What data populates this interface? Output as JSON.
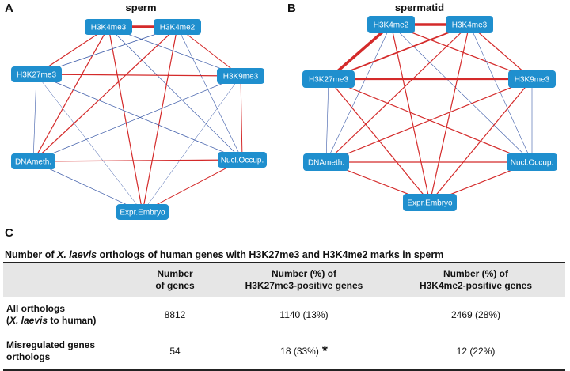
{
  "panels": [
    {
      "letter": "A",
      "title": "sperm",
      "nodes": [
        {
          "id": "h3k4me3",
          "label": "H3K4me3"
        },
        {
          "id": "h3k4me2",
          "label": "H3K4me2"
        },
        {
          "id": "h3k27me3",
          "label": "H3K27me3"
        },
        {
          "id": "h3k9me3",
          "label": "H3K9me3"
        },
        {
          "id": "dnameth",
          "label": "DNAmeth."
        },
        {
          "id": "nuclocc",
          "label": "Nucl.Occup."
        },
        {
          "id": "exprembryo",
          "label": "Expr.Embryo"
        }
      ],
      "edges": [
        {
          "from": "h3k4me3",
          "to": "h3k4me2",
          "color": "red",
          "weight": 3.5
        },
        {
          "from": "h3k4me3",
          "to": "h3k27me3",
          "color": "red",
          "weight": 1.2
        },
        {
          "from": "h3k4me3",
          "to": "h3k9me3",
          "color": "blue",
          "weight": 0.7
        },
        {
          "from": "h3k4me3",
          "to": "dnameth",
          "color": "red",
          "weight": 1.2
        },
        {
          "from": "h3k4me3",
          "to": "nuclocc",
          "color": "blue",
          "weight": 0.7
        },
        {
          "from": "h3k4me3",
          "to": "exprembryo",
          "color": "red",
          "weight": 1.2
        },
        {
          "from": "h3k4me2",
          "to": "h3k27me3",
          "color": "blue",
          "weight": 0.8
        },
        {
          "from": "h3k4me2",
          "to": "h3k9me3",
          "color": "red",
          "weight": 1.0
        },
        {
          "from": "h3k4me2",
          "to": "dnameth",
          "color": "red",
          "weight": 1.2
        },
        {
          "from": "h3k4me2",
          "to": "nuclocc",
          "color": "blue",
          "weight": 0.6
        },
        {
          "from": "h3k4me2",
          "to": "exprembryo",
          "color": "red",
          "weight": 1.2
        },
        {
          "from": "h3k27me3",
          "to": "h3k9me3",
          "color": "red",
          "weight": 1.2
        },
        {
          "from": "h3k27me3",
          "to": "dnameth",
          "color": "blue",
          "weight": 0.6
        },
        {
          "from": "h3k27me3",
          "to": "nuclocc",
          "color": "blue",
          "weight": 0.7
        },
        {
          "from": "h3k27me3",
          "to": "exprembryo",
          "color": "blue",
          "weight": 0.5
        },
        {
          "from": "h3k9me3",
          "to": "dnameth",
          "color": "blue",
          "weight": 0.7
        },
        {
          "from": "h3k9me3",
          "to": "nuclocc",
          "color": "red",
          "weight": 1.0
        },
        {
          "from": "h3k9me3",
          "to": "exprembryo",
          "color": "blue",
          "weight": 0.5
        },
        {
          "from": "dnameth",
          "to": "nuclocc",
          "color": "red",
          "weight": 1.2
        },
        {
          "from": "dnameth",
          "to": "exprembryo",
          "color": "blue",
          "weight": 0.7
        },
        {
          "from": "nuclocc",
          "to": "exprembryo",
          "color": "red",
          "weight": 1.0
        }
      ]
    },
    {
      "letter": "B",
      "title": "spermatid",
      "nodes": [
        {
          "id": "h3k4me2",
          "label": "H3K4me2"
        },
        {
          "id": "h3k4me3",
          "label": "H3K4me3"
        },
        {
          "id": "h3k27me3",
          "label": "H3K27me3"
        },
        {
          "id": "h3k9me3",
          "label": "H3K9me3"
        },
        {
          "id": "dnameth",
          "label": "DNAmeth."
        },
        {
          "id": "nuclocc",
          "label": "Nucl.Occup."
        },
        {
          "id": "exprembryo",
          "label": "Expr.Embryo"
        }
      ],
      "edges": [
        {
          "from": "h3k4me2",
          "to": "h3k4me3",
          "color": "red",
          "weight": 3.5
        },
        {
          "from": "h3k4me2",
          "to": "h3k27me3",
          "color": "red",
          "weight": 3.5
        },
        {
          "from": "h3k4me2",
          "to": "h3k9me3",
          "color": "red",
          "weight": 1.2
        },
        {
          "from": "h3k4me2",
          "to": "dnameth",
          "color": "blue",
          "weight": 0.6
        },
        {
          "from": "h3k4me2",
          "to": "nuclocc",
          "color": "blue",
          "weight": 0.6
        },
        {
          "from": "h3k4me2",
          "to": "exprembryo",
          "color": "red",
          "weight": 1.2
        },
        {
          "from": "h3k4me3",
          "to": "h3k27me3",
          "color": "red",
          "weight": 1.8
        },
        {
          "from": "h3k4me3",
          "to": "h3k9me3",
          "color": "red",
          "weight": 1.2
        },
        {
          "from": "h3k4me3",
          "to": "dnameth",
          "color": "red",
          "weight": 1.2
        },
        {
          "from": "h3k4me3",
          "to": "nuclocc",
          "color": "blue",
          "weight": 0.6
        },
        {
          "from": "h3k4me3",
          "to": "exprembryo",
          "color": "red",
          "weight": 1.2
        },
        {
          "from": "h3k27me3",
          "to": "h3k9me3",
          "color": "red",
          "weight": 2.2
        },
        {
          "from": "h3k27me3",
          "to": "dnameth",
          "color": "blue",
          "weight": 0.6
        },
        {
          "from": "h3k27me3",
          "to": "nuclocc",
          "color": "red",
          "weight": 1.2
        },
        {
          "from": "h3k27me3",
          "to": "exprembryo",
          "color": "red",
          "weight": 1.2
        },
        {
          "from": "h3k9me3",
          "to": "dnameth",
          "color": "red",
          "weight": 1.2
        },
        {
          "from": "h3k9me3",
          "to": "nuclocc",
          "color": "blue",
          "weight": 0.6
        },
        {
          "from": "h3k9me3",
          "to": "exprembryo",
          "color": "red",
          "weight": 1.2
        },
        {
          "from": "dnameth",
          "to": "nuclocc",
          "color": "red",
          "weight": 1.2
        },
        {
          "from": "dnameth",
          "to": "exprembryo",
          "color": "red",
          "weight": 1.2
        },
        {
          "from": "nuclocc",
          "to": "exprembryo",
          "color": "red",
          "weight": 1.2
        }
      ]
    }
  ],
  "colors": {
    "node_fill": "#1f8fce",
    "edge_red": "#d42a2a",
    "edge_blue": "#3b5aa8"
  },
  "panel_c": {
    "letter": "C",
    "title_prefix": "Number of ",
    "title_species": "X. laevis",
    "title_suffix": " orthologs of human genes with H3K27me3 and H3K4me2 marks in sperm",
    "columns": [
      "",
      "Number\nof genes",
      "Number (%) of\nH3K27me3-positive genes",
      "Number (%) of\nH3K4me2-positive genes"
    ],
    "rows": [
      {
        "label_line1": "All orthologs",
        "label_line2_pre": "(",
        "label_line2_italic": "X. laevis",
        "label_line2_post": " to human)",
        "n": "8812",
        "h3k27me3": "1140 (13%)",
        "h3k4me2": "2469 (28%)",
        "mark": ""
      },
      {
        "label_line1": "Misregulated genes",
        "label_line2_pre": "orthologs",
        "label_line2_italic": "",
        "label_line2_post": "",
        "n": "54",
        "h3k27me3": "18 (33%)",
        "h3k4me2": "12 (22%)",
        "mark": "*"
      }
    ]
  }
}
